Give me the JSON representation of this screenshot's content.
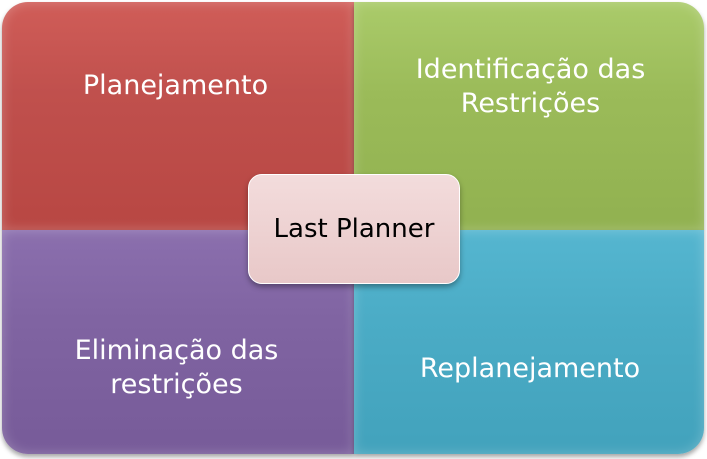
{
  "quadrants": {
    "top_left": {
      "label": "Planejamento",
      "color": "#c0504d"
    },
    "top_right": {
      "label": "Identificação das\nRestrições",
      "color": "#9bbb59"
    },
    "bottom_left": {
      "label": "Eliminação das\nrestrições",
      "color": "#8064a2"
    },
    "bottom_right": {
      "label": "Replanejamento",
      "color": "#4bacc6"
    }
  },
  "center": {
    "label": "Last Planner",
    "color": "#f0d6d6"
  }
}
